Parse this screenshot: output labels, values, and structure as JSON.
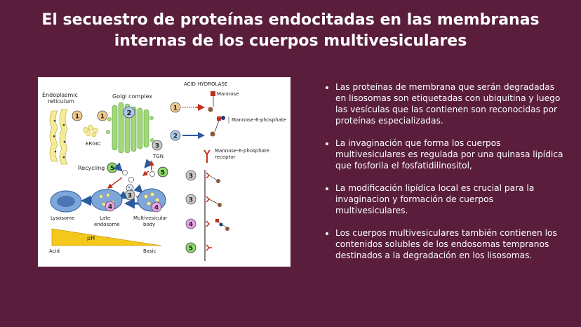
{
  "slide": {
    "title_line1": "El secuestro de proteínas endocitadas en las membranas",
    "title_line2": "internas de los cuerpos multivesiculares",
    "bullets": [
      "Las proteínas de membrana que serán degradadas en lisosomas son etiquetadas con ubiquitina y luego las vesículas que las contienen son reconocidas por proteínas especializadas.",
      "La invaginación que forma los cuerpos multivesiculares es regulada por una quinasa lipídica que fosforila el fosfatidilinositol,",
      "La modificación lipídica local es crucial para la invaginacion y formación de cuerpos multivesiculares.",
      "Los cuerpos multivesiculares también contienen los contenidos solubles de los endosomas tempranos destinados a la degradación en los lisosomas."
    ]
  },
  "diagram": {
    "labels": {
      "er": [
        "Endoplasmic",
        "reticulum"
      ],
      "golgi": "Golgi complex",
      "ergic": "ERGIC",
      "tgn": "TGN",
      "recycling": "Recycling",
      "lysosome": "Lysosome",
      "late_endosome": [
        "Late",
        "endosome"
      ],
      "mvb": [
        "Multivesicular",
        "body"
      ],
      "ph": "pH",
      "acid": "Acid",
      "basic": "Basic"
    },
    "legend": {
      "title": "ACID HYDROLASE",
      "mannose": "Mannose",
      "m6p": "Mannose-6-phosphate",
      "receptor": [
        "Mannose-6-phosphate",
        "receptor"
      ]
    },
    "steps": {
      "s1": "1",
      "s2": "2",
      "s3": "3",
      "s4": "4",
      "s5": "5"
    }
  }
}
